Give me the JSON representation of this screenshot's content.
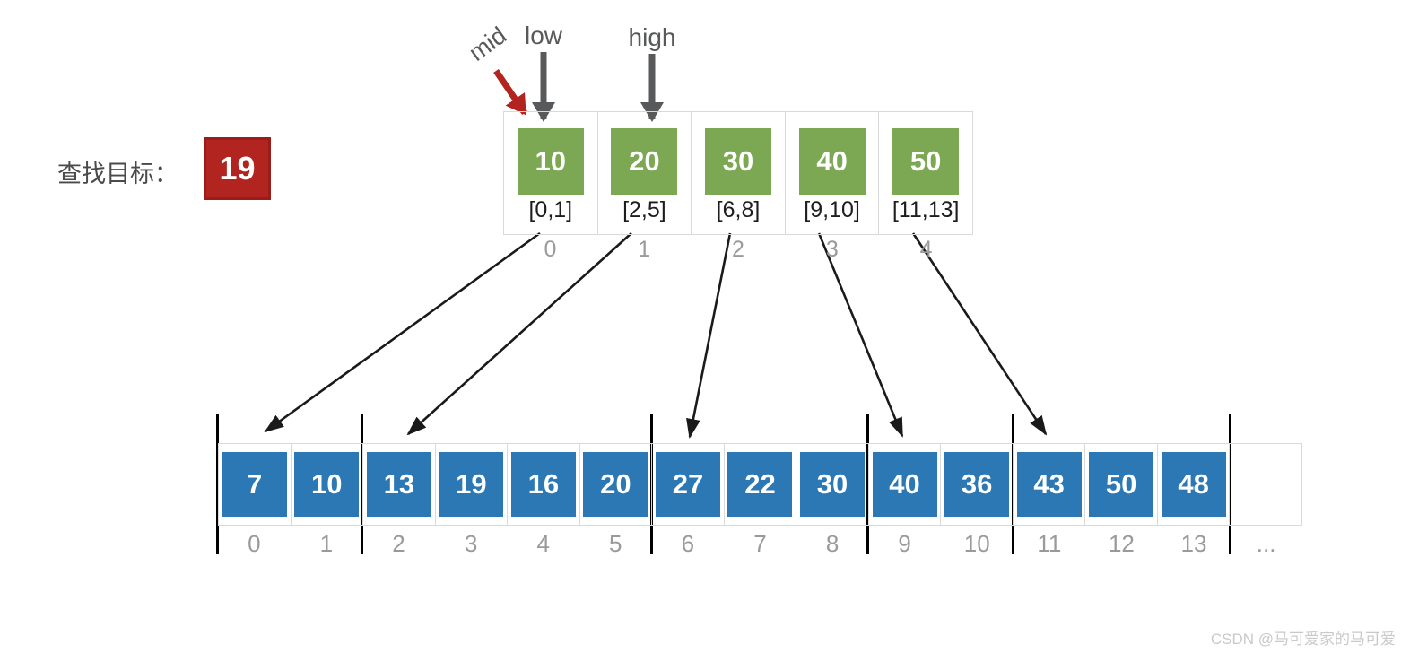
{
  "title": "index sequential (block) search diagram",
  "target": {
    "label": "查找目标：",
    "value": "19"
  },
  "pointers": {
    "mid": "mid",
    "low": "low",
    "high": "high"
  },
  "index_table": {
    "blocks": [
      {
        "value": "10",
        "range": "[0,1]",
        "index": "0"
      },
      {
        "value": "20",
        "range": "[2,5]",
        "index": "1"
      },
      {
        "value": "30",
        "range": "[6,8]",
        "index": "2"
      },
      {
        "value": "40",
        "range": "[9,10]",
        "index": "3"
      },
      {
        "value": "50",
        "range": "[11,13]",
        "index": "4"
      }
    ]
  },
  "array": {
    "cells": [
      {
        "value": "7",
        "index": "0"
      },
      {
        "value": "10",
        "index": "1"
      },
      {
        "value": "13",
        "index": "2"
      },
      {
        "value": "19",
        "index": "3"
      },
      {
        "value": "16",
        "index": "4"
      },
      {
        "value": "20",
        "index": "5"
      },
      {
        "value": "27",
        "index": "6"
      },
      {
        "value": "22",
        "index": "7"
      },
      {
        "value": "30",
        "index": "8"
      },
      {
        "value": "40",
        "index": "9"
      },
      {
        "value": "36",
        "index": "10"
      },
      {
        "value": "43",
        "index": "11"
      },
      {
        "value": "50",
        "index": "12"
      },
      {
        "value": "48",
        "index": "13"
      }
    ],
    "ellipsis": "..."
  },
  "colors": {
    "green": "#7ca854",
    "blue": "#2c78b4",
    "red-fill": "#b2241f",
    "red-border": "#9b1c18",
    "gray-arrow": "#58595b",
    "text-dark": "#1d1d1d",
    "index-gray": "#9a9a9a",
    "border-gray": "#d9d9d9",
    "arrow-black": "#1a1a1a",
    "label-gray": "#58595b",
    "watermark": "#c9c9c9",
    "target-text": "#4a4a4b"
  },
  "watermark": "CSDN @马可爱家的马可爱"
}
